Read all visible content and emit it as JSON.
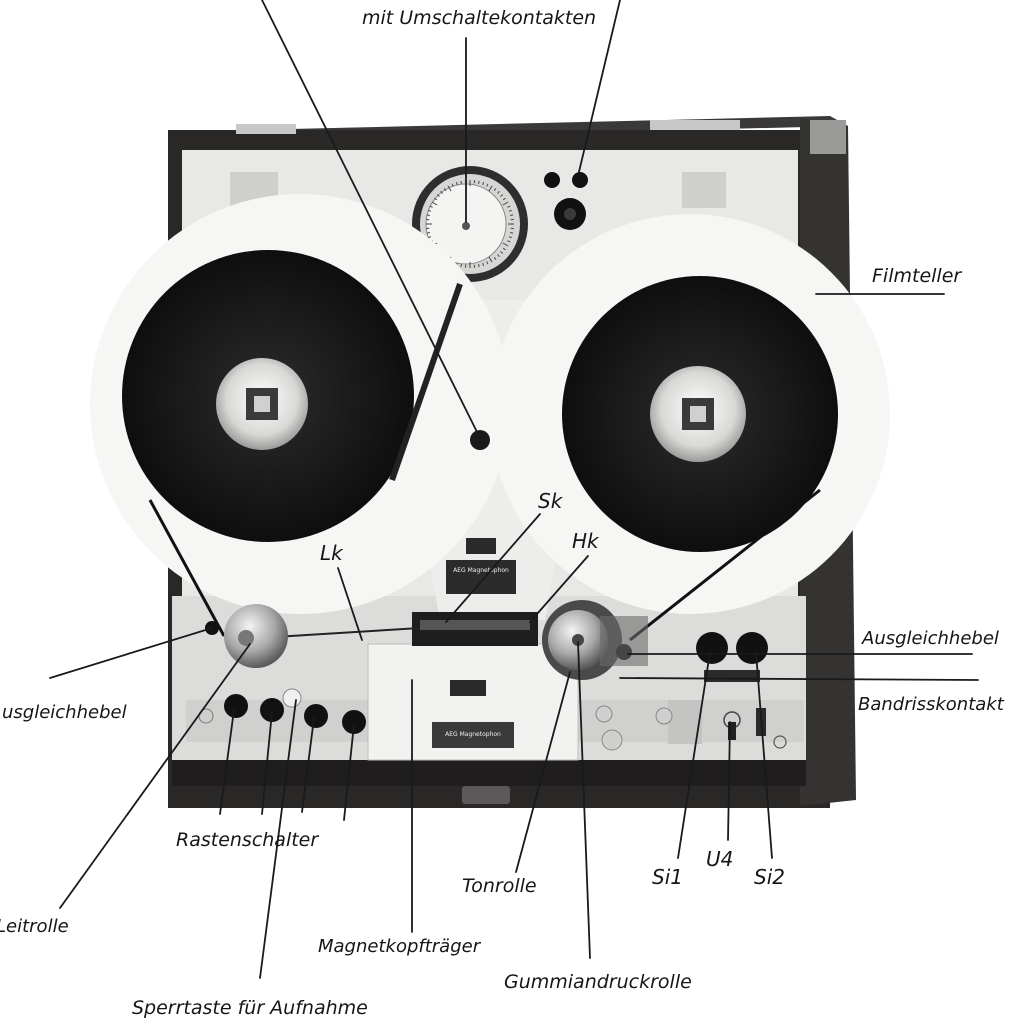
{
  "labels": {
    "umschalt": "mit Umschaltekontakten",
    "filmteller": "Filmteller",
    "sk": "Sk",
    "hk": "Hk",
    "lk": "Lk",
    "ausgleich_right": "Ausgleichhebel",
    "bandriss": "Bandrisskontakt",
    "ausgleich_left": "usgleichhebel",
    "rasten": "Rastenschalter",
    "leitrolle": "Leitrolle",
    "magnetkopf": "Magnetkopfträger",
    "sperrtaste": "Sperrtaste für Aufnahme",
    "tonrolle": "Tonrolle",
    "gummi": "Gummiandruckrolle",
    "si1": "Si1",
    "u4": "U4",
    "si2": "Si2"
  },
  "nameplates": {
    "brand": "AEG Magnetophon"
  },
  "colors": {
    "case": "#2a2727",
    "panel": "#e8e8e6",
    "reel_tape": "#161616",
    "flange": "#f6f6f4",
    "ink": "#161616"
  }
}
